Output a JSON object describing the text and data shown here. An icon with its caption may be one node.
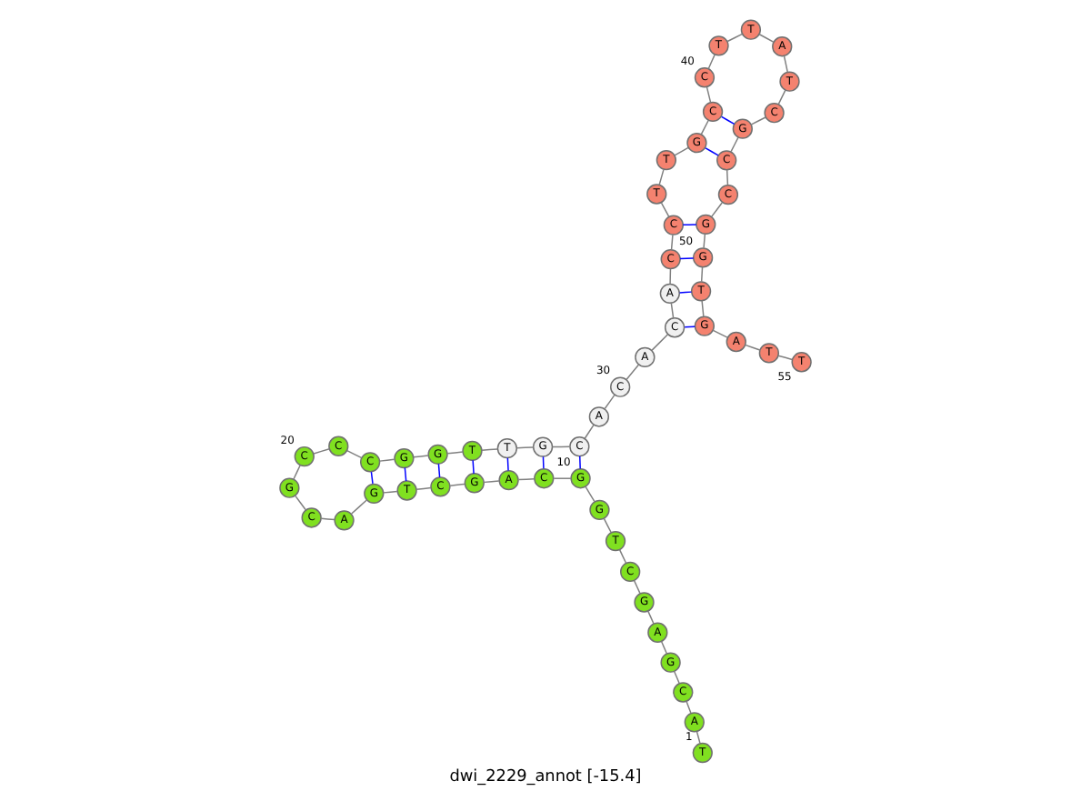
{
  "diagram": {
    "title": "dwi_2229_annot [-15.4]",
    "nodes": [
      {
        "text": [
          "T"
        ],
        "beside": [
          "1"
        ]
      },
      {
        "text": [
          "A"
        ]
      },
      {
        "text": [
          "C"
        ]
      },
      {
        "text": [
          "G"
        ]
      },
      {
        "text": [
          "A"
        ]
      },
      {
        "text": [
          "G"
        ]
      },
      {
        "text": [
          "C"
        ]
      },
      {
        "text": [
          "T"
        ]
      },
      {
        "text": [
          "G"
        ]
      },
      {
        "text": [
          "G"
        ],
        "beside": [
          "10"
        ]
      },
      {
        "text": [
          "C"
        ]
      },
      {
        "text": [
          "A"
        ]
      },
      {
        "text": [
          "G"
        ]
      },
      {
        "text": [
          "C"
        ]
      },
      {
        "text": [
          "T"
        ]
      },
      {
        "text": [
          "G"
        ]
      },
      {
        "text": [
          "A"
        ]
      },
      {
        "text": [
          "C"
        ]
      },
      {
        "text": [
          "G"
        ]
      },
      {
        "text": [
          "C"
        ],
        "beside": [
          "20"
        ]
      },
      {
        "text": [
          "C"
        ]
      },
      {
        "text": [
          "C"
        ]
      },
      {
        "text": [
          "G"
        ]
      },
      {
        "text": [
          "G"
        ]
      },
      {
        "text": [
          "T"
        ]
      },
      {
        "text": [
          "T"
        ]
      },
      {
        "text": [
          "G"
        ]
      },
      {
        "text": [
          "C"
        ]
      },
      {
        "text": [
          "A"
        ]
      },
      {
        "text": [
          "C"
        ],
        "beside": [
          "30"
        ]
      },
      {
        "text": [
          "A"
        ]
      },
      {
        "text": [
          "C"
        ]
      },
      {
        "text": [
          "A"
        ]
      },
      {
        "text": [
          "C"
        ]
      },
      {
        "text": [
          "C"
        ]
      },
      {
        "text": [
          "T"
        ]
      },
      {
        "text": [
          "T"
        ]
      },
      {
        "text": [
          "G"
        ]
      },
      {
        "text": [
          "C"
        ]
      },
      {
        "text": [
          "C"
        ],
        "beside": [
          "40"
        ]
      },
      {
        "text": [
          "T"
        ]
      },
      {
        "text": [
          "T"
        ]
      },
      {
        "text": [
          "A"
        ]
      },
      {
        "text": [
          "T"
        ]
      },
      {
        "text": [
          "C"
        ]
      },
      {
        "text": [
          "G"
        ]
      },
      {
        "text": [
          "C"
        ]
      },
      {
        "text": [
          "C"
        ]
      },
      {
        "text": [
          "G"
        ]
      },
      {
        "text": [
          "G"
        ],
        "beside": [
          "50"
        ]
      },
      {
        "text": [
          "T"
        ]
      },
      {
        "text": [
          "G"
        ]
      },
      {
        "text": [
          "A"
        ]
      },
      {
        "text": [
          "T"
        ]
      },
      {
        "text": [
          "T"
        ],
        "beside": [
          "55"
        ]
      }
    ],
    "edges": [
      {
        "from": 0,
        "to": 1,
        "arrow": "none"
      },
      {
        "from": 1,
        "to": 2,
        "arrow": "none"
      },
      {
        "from": 2,
        "to": 3,
        "arrow": "none"
      },
      {
        "from": 3,
        "to": 4,
        "arrow": "none"
      },
      {
        "from": 4,
        "to": 5,
        "arrow": "none"
      },
      {
        "from": 5,
        "to": 6,
        "arrow": "none"
      },
      {
        "from": 6,
        "to": 7,
        "arrow": "none"
      },
      {
        "from": 7,
        "to": 8,
        "arrow": "none"
      },
      {
        "from": 8,
        "to": 9,
        "arrow": "none"
      },
      {
        "from": 9,
        "to": 10,
        "arrow": "none"
      },
      {
        "from": 10,
        "to": 11,
        "arrow": "none"
      },
      {
        "from": 11,
        "to": 12,
        "arrow": "none"
      },
      {
        "from": 12,
        "to": 13,
        "arrow": "none"
      },
      {
        "from": 13,
        "to": 14,
        "arrow": "none"
      },
      {
        "from": 14,
        "to": 15,
        "arrow": "none"
      },
      {
        "from": 15,
        "to": 16,
        "arrow": "none"
      },
      {
        "from": 16,
        "to": 17,
        "arrow": "none"
      },
      {
        "from": 17,
        "to": 18,
        "arrow": "none"
      },
      {
        "from": 18,
        "to": 19,
        "arrow": "none"
      },
      {
        "from": 19,
        "to": 20,
        "arrow": "none"
      },
      {
        "from": 20,
        "to": 21,
        "arrow": "none"
      },
      {
        "from": 21,
        "to": 22,
        "arrow": "none"
      },
      {
        "from": 22,
        "to": 23,
        "arrow": "none"
      },
      {
        "from": 23,
        "to": 24,
        "arrow": "none"
      },
      {
        "from": 24,
        "to": 25,
        "arrow": "none"
      },
      {
        "from": 25,
        "to": 26,
        "arrow": "none"
      },
      {
        "from": 26,
        "to": 27,
        "arrow": "none"
      },
      {
        "from": 27,
        "to": 28,
        "arrow": "none"
      },
      {
        "from": 28,
        "to": 29,
        "arrow": "none"
      },
      {
        "from": 29,
        "to": 30,
        "arrow": "none"
      },
      {
        "from": 30,
        "to": 31,
        "arrow": "none"
      },
      {
        "from": 31,
        "to": 32,
        "arrow": "none"
      },
      {
        "from": 32,
        "to": 33,
        "arrow": "none"
      },
      {
        "from": 33,
        "to": 34,
        "arrow": "none"
      },
      {
        "from": 34,
        "to": 35,
        "arrow": "none"
      },
      {
        "from": 35,
        "to": 36,
        "arrow": "none"
      },
      {
        "from": 36,
        "to": 37,
        "arrow": "none"
      },
      {
        "from": 37,
        "to": 38,
        "arrow": "none"
      },
      {
        "from": 38,
        "to": 39,
        "arrow": "none"
      },
      {
        "from": 39,
        "to": 40,
        "arrow": "none"
      },
      {
        "from": 40,
        "to": 41,
        "arrow": "none"
      },
      {
        "from": 41,
        "to": 42,
        "arrow": "none"
      },
      {
        "from": 42,
        "to": 43,
        "arrow": "none"
      },
      {
        "from": 43,
        "to": 44,
        "arrow": "none"
      },
      {
        "from": 44,
        "to": 45,
        "arrow": "none"
      },
      {
        "from": 45,
        "to": 46,
        "arrow": "none"
      },
      {
        "from": 46,
        "to": 47,
        "arrow": "none"
      },
      {
        "from": 47,
        "to": 48,
        "arrow": "none"
      },
      {
        "from": 48,
        "to": 49,
        "arrow": "none"
      },
      {
        "from": 49,
        "to": 50,
        "arrow": "none"
      },
      {
        "from": 50,
        "to": 51,
        "arrow": "none"
      },
      {
        "from": 51,
        "to": 52,
        "arrow": "none"
      },
      {
        "from": 52,
        "to": 53,
        "arrow": "none"
      },
      {
        "from": 53,
        "to": 54,
        "arrow": "none"
      },
      {
        "from": 9,
        "to": 27,
        "arrow": "none",
        "color": "#0000ff"
      },
      {
        "from": 10,
        "to": 26,
        "arrow": "none",
        "color": "#0000ff"
      },
      {
        "from": 11,
        "to": 25,
        "arrow": "none",
        "color": "#0000ff"
      },
      {
        "from": 12,
        "to": 24,
        "arrow": "none",
        "color": "#0000ff"
      },
      {
        "from": 13,
        "to": 23,
        "arrow": "none",
        "color": "#0000ff"
      },
      {
        "from": 14,
        "to": 22,
        "arrow": "none",
        "color": "#0000ff"
      },
      {
        "from": 15,
        "to": 21,
        "arrow": "none",
        "color": "#0000ff"
      },
      {
        "from": 31,
        "to": 51,
        "arrow": "none",
        "color": "#0000ff"
      },
      {
        "from": 32,
        "to": 50,
        "arrow": "none",
        "color": "#0000ff"
      },
      {
        "from": 33,
        "to": 49,
        "arrow": "none",
        "color": "#0000ff"
      },
      {
        "from": 34,
        "to": 48,
        "arrow": "none",
        "color": "#0000ff"
      },
      {
        "from": 37,
        "to": 46,
        "arrow": "none",
        "color": "#0000ff"
      },
      {
        "from": 38,
        "to": 45,
        "arrow": "none",
        "color": "#0000ff"
      }
    ]
  }
}
